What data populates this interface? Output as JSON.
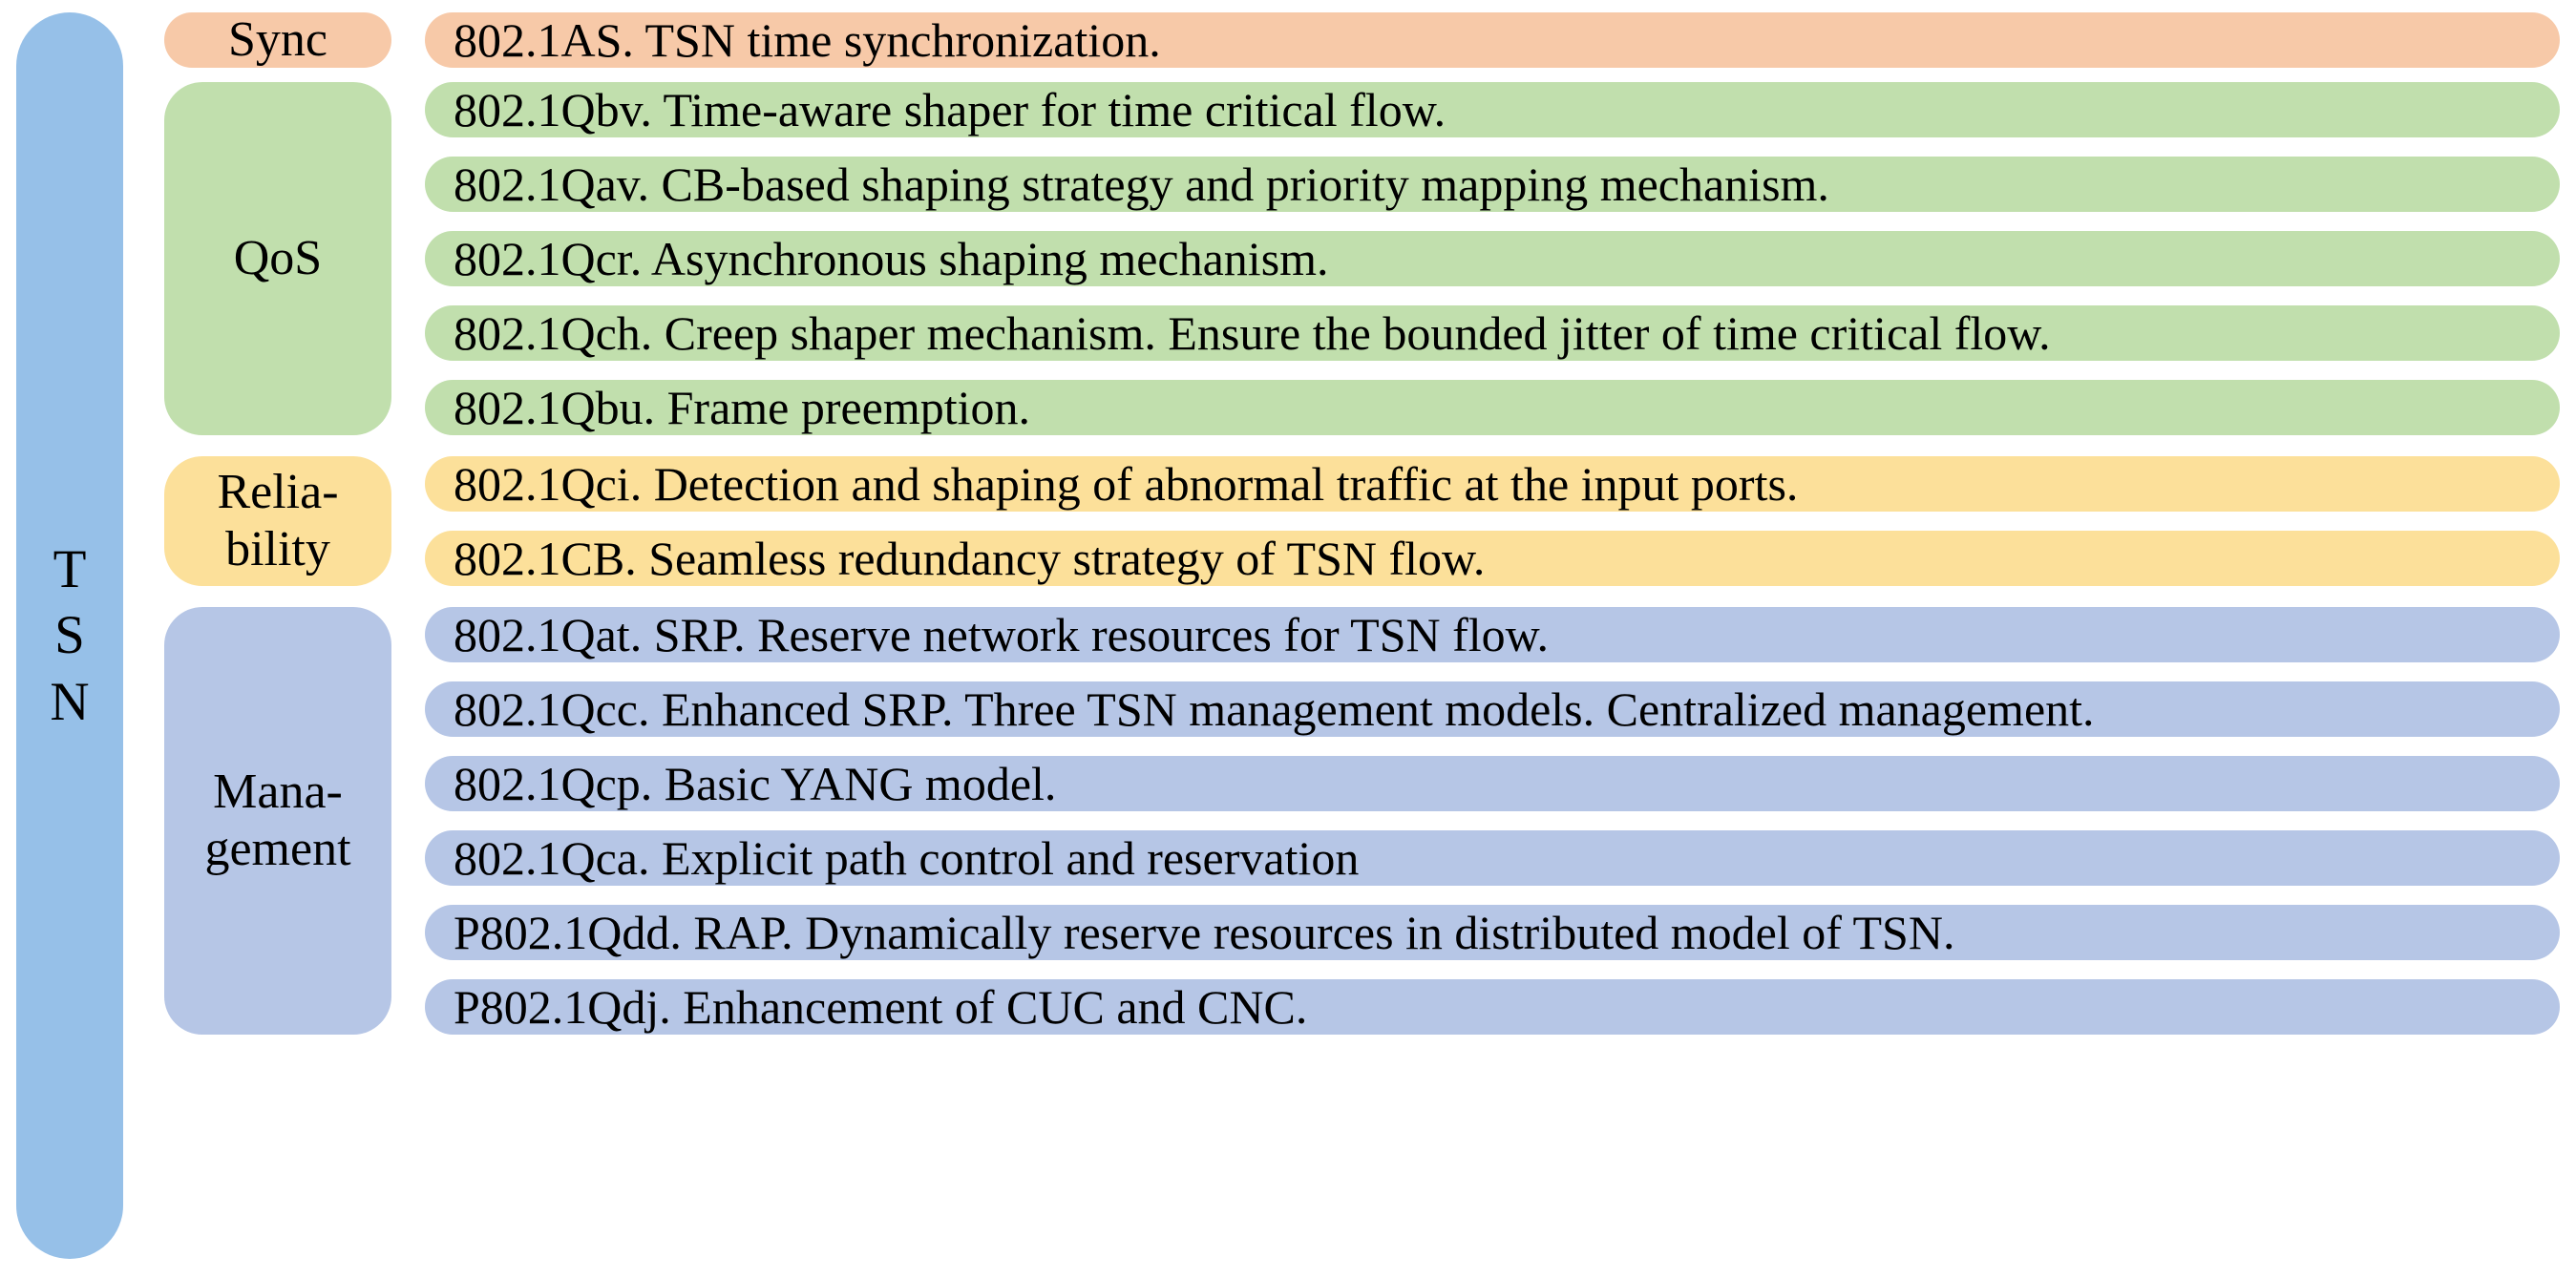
{
  "root": {
    "label": "TSN",
    "letters": [
      "T",
      "S",
      "N"
    ],
    "color": "#96c0e8"
  },
  "categories": [
    {
      "id": "sync",
      "label": "Sync",
      "lines": [
        "Sync"
      ],
      "color": "#f7c9a8"
    },
    {
      "id": "qos",
      "label": "QoS",
      "lines": [
        "QoS"
      ],
      "color": "#c1dfad"
    },
    {
      "id": "reliability",
      "label": "Reliability",
      "lines": [
        "Relia-",
        "bility"
      ],
      "color": "#fce09a"
    },
    {
      "id": "management",
      "label": "Management",
      "lines": [
        "Mana-",
        "gement"
      ],
      "color": "#b6c6e6"
    }
  ],
  "rows": [
    {
      "category": "sync",
      "color": "#f7c9a8",
      "text": "802.1AS. TSN time synchronization."
    },
    {
      "category": "qos",
      "color": "#c1dfad",
      "text": "802.1Qbv. Time-aware shaper for time critical flow."
    },
    {
      "category": "qos",
      "color": "#c1dfad",
      "text": "802.1Qav. CB-based shaping strategy and priority mapping mechanism."
    },
    {
      "category": "qos",
      "color": "#c1dfad",
      "text": "802.1Qcr. Asynchronous shaping mechanism."
    },
    {
      "category": "qos",
      "color": "#c1dfad",
      "text": "802.1Qch. Creep shaper mechanism. Ensure the bounded jitter of time critical flow."
    },
    {
      "category": "qos",
      "color": "#c1dfad",
      "text": "802.1Qbu. Frame preemption."
    },
    {
      "category": "reliability",
      "color": "#fce09a",
      "text": "802.1Qci. Detection and shaping of abnormal traffic at the input ports."
    },
    {
      "category": "reliability",
      "color": "#fce09a",
      "text": "802.1CB. Seamless redundancy strategy of TSN flow."
    },
    {
      "category": "management",
      "color": "#b6c6e6",
      "text": "802.1Qat. SRP. Reserve network resources for TSN flow."
    },
    {
      "category": "management",
      "color": "#b6c6e6",
      "text": "802.1Qcc. Enhanced SRP. Three TSN management models. Centralized management."
    },
    {
      "category": "management",
      "color": "#b6c6e6",
      "text": "802.1Qcp. Basic YANG model."
    },
    {
      "category": "management",
      "color": "#b6c6e6",
      "text": "802.1Qca. Explicit path control and reservation"
    },
    {
      "category": "management",
      "color": "#b6c6e6",
      "text": "P802.1Qdd. RAP. Dynamically reserve resources in distributed model of TSN."
    },
    {
      "category": "management",
      "color": "#b6c6e6",
      "text": "P802.1Qdj. Enhancement of CUC and CNC."
    }
  ]
}
